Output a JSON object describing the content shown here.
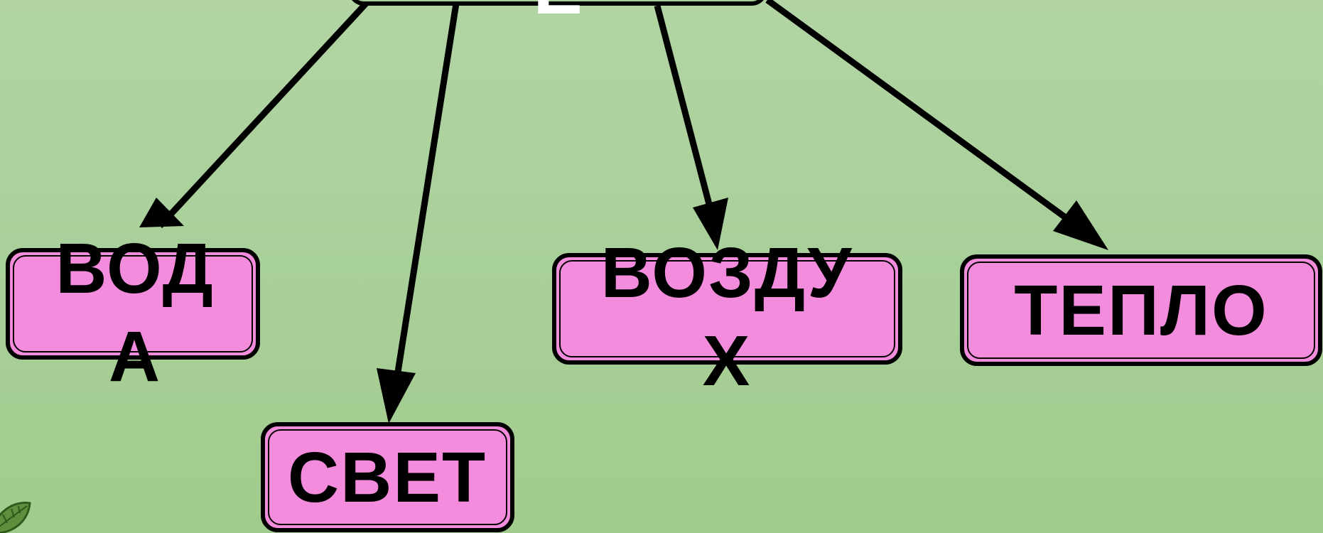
{
  "diagram": {
    "root": {
      "label": "E"
    },
    "nodes": [
      {
        "id": "water",
        "label": "ВОД А"
      },
      {
        "id": "light",
        "label": "СВЕТ"
      },
      {
        "id": "air",
        "label": "ВОЗДУ Х"
      },
      {
        "id": "heat",
        "label": "ТЕПЛО"
      }
    ],
    "edges": [
      {
        "from": "root",
        "to": "water"
      },
      {
        "from": "root",
        "to": "light"
      },
      {
        "from": "root",
        "to": "air"
      },
      {
        "from": "root",
        "to": "heat"
      }
    ]
  },
  "colors": {
    "background": "#a9cf98",
    "node_fill": "#f48cde",
    "stroke": "#000000",
    "root_text": "#ffffff"
  },
  "decorations": {
    "corner_icon": "leaf-icon"
  }
}
